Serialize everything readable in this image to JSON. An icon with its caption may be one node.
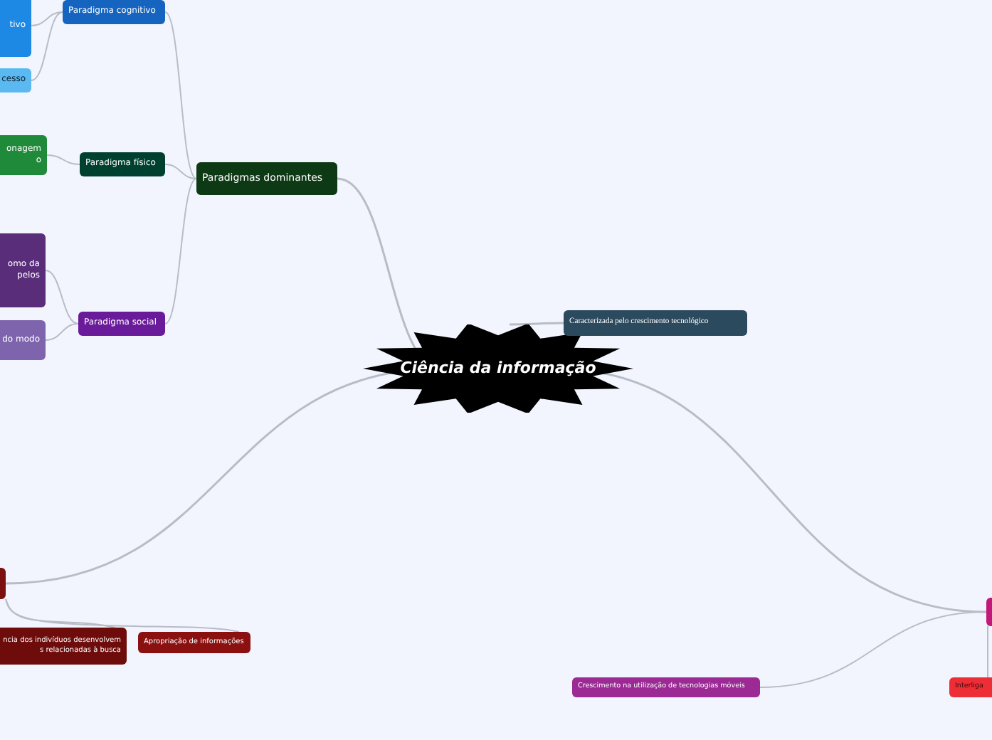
{
  "diagram": {
    "nodes": [
      {
        "text": [
          "Ciência da informação"
        ]
      },
      {
        "text": [
          "Paradigmas dominantes"
        ]
      },
      {
        "text": [
          "Paradigma cognitivo"
        ]
      },
      {
        "text": [
          "Paradigma físico"
        ]
      },
      {
        "text": [
          "Paradigma social"
        ]
      },
      {
        "text": [
          "tivo"
        ]
      },
      {
        "text": [
          "cesso"
        ]
      },
      {
        "text": [
          "onagem o"
        ]
      },
      {
        "text": [
          "omo da pelos"
        ]
      },
      {
        "text": [
          "do modo"
        ]
      },
      {
        "text": [
          "Caracterizada pelo crescimento tecnológico"
        ]
      },
      {
        "text": [],
        "shape": "box"
      },
      {
        "text": [
          "ncia dos indivíduos desenvolvem s relacionadas à busca"
        ]
      },
      {
        "text": [
          "Apropriação de informações"
        ]
      },
      {
        "text": [],
        "shape": "box"
      },
      {
        "text": [
          "Crescimento na utilização de tecnologias móveis"
        ]
      },
      {
        "text": [
          "Interliga"
        ]
      }
    ],
    "edges": [
      {
        "from": 0,
        "to": 1,
        "arrow": "none"
      },
      {
        "from": 1,
        "to": 2,
        "arrow": "none"
      },
      {
        "from": 1,
        "to": 3,
        "arrow": "none"
      },
      {
        "from": 1,
        "to": 4,
        "arrow": "none"
      },
      {
        "from": 2,
        "to": 5,
        "arrow": "none"
      },
      {
        "from": 2,
        "to": 6,
        "arrow": "none"
      },
      {
        "from": 3,
        "to": 7,
        "arrow": "none"
      },
      {
        "from": 4,
        "to": 8,
        "arrow": "none"
      },
      {
        "from": 4,
        "to": 9,
        "arrow": "none"
      },
      {
        "from": 0,
        "to": 10,
        "arrow": "none"
      },
      {
        "from": 0,
        "to": 11,
        "arrow": "none"
      },
      {
        "from": 11,
        "to": 12,
        "arrow": "none"
      },
      {
        "from": 11,
        "to": 13,
        "arrow": "none"
      },
      {
        "from": 0,
        "to": 14,
        "arrow": "none"
      },
      {
        "from": 14,
        "to": 15,
        "arrow": "none"
      },
      {
        "from": 14,
        "to": 16,
        "arrow": "none"
      }
    ]
  }
}
